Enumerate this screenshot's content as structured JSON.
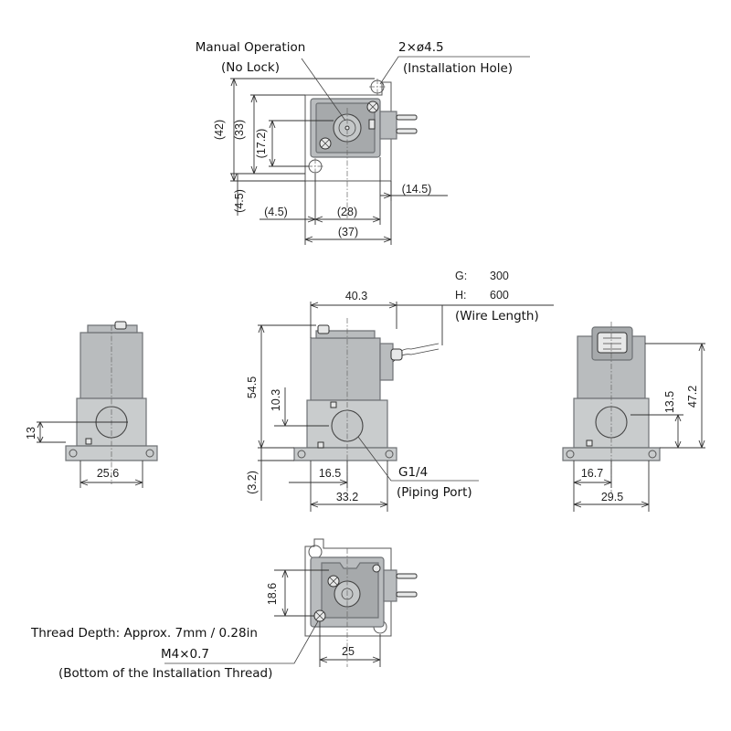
{
  "top_view": {
    "manual_operation_line1": "Manual Operation",
    "manual_operation_line2": "(No Lock)",
    "hole_spec": "2×ø4.5",
    "hole_label": "(Installation Hole)",
    "dim_42": "(42)",
    "dim_33": "(33)",
    "dim_17_2": "(17.2)",
    "dim_4_5_v": "(4.5)",
    "dim_4_5_h": "(4.5)",
    "dim_28": "(28)",
    "dim_14_5": "(14.5)",
    "dim_37": "(37)"
  },
  "left_view": {
    "dim_13": "13",
    "dim_25_6": "25.6"
  },
  "front_view": {
    "dim_40_3": "40.3",
    "wire_g_key": "G:",
    "wire_g_value": "300",
    "wire_h_key": "H:",
    "wire_h_value": "600",
    "wire_label": "(Wire Length)",
    "dim_54_5": "54.5",
    "dim_10_3": "10.3",
    "dim_3_2": "(3.2)",
    "dim_16_5": "16.5",
    "dim_33_2": "33.2",
    "port_spec": "G1/4",
    "port_label": "(Piping Port)"
  },
  "right_view": {
    "dim_13_5": "13.5",
    "dim_47_2": "47.2",
    "dim_16_7": "16.7",
    "dim_29_5": "29.5"
  },
  "bottom_view": {
    "dim_18_6": "18.6",
    "dim_25": "25",
    "thread_depth": "Thread Depth: Approx. 7mm / 0.28in",
    "thread_spec": "M4×0.7",
    "thread_label": "(Bottom of the Installation Thread)"
  }
}
